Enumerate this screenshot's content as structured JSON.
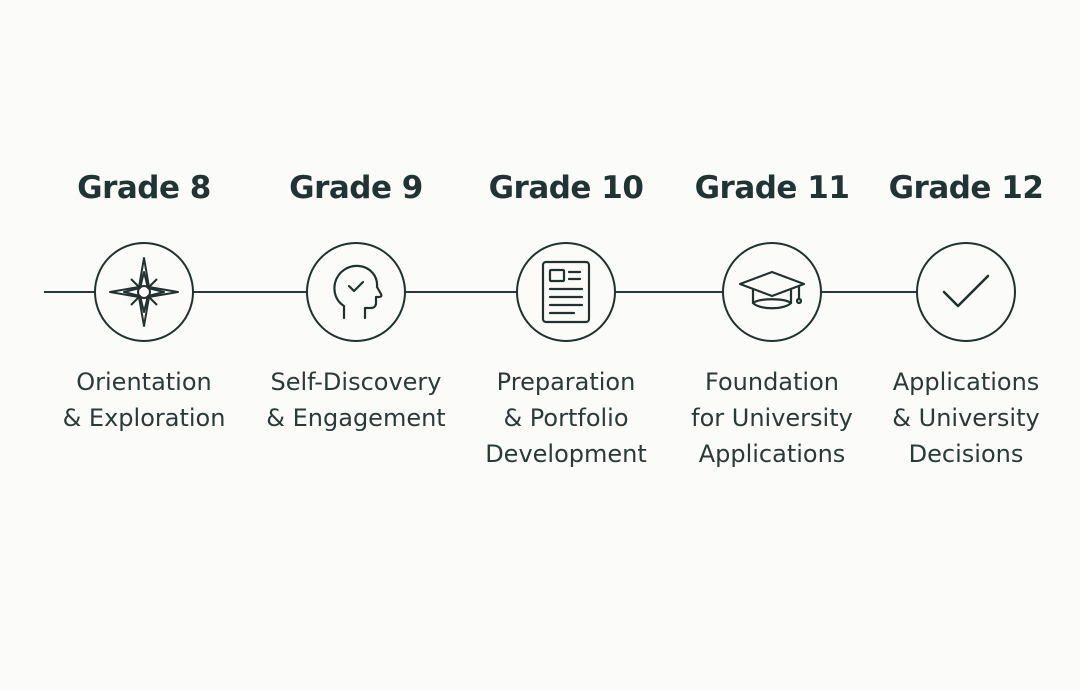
{
  "stages": [
    {
      "title": "Grade 8",
      "icon": "compass-star-icon",
      "description": [
        "Orientation",
        "& Exploration"
      ]
    },
    {
      "title": "Grade 9",
      "icon": "head-check-icon",
      "description": [
        "Self-Discovery",
        "& Engagement"
      ]
    },
    {
      "title": "Grade 10",
      "icon": "document-icon",
      "description": [
        "Preparation",
        "& Portfolio",
        "Development"
      ]
    },
    {
      "title": "Grade 11",
      "icon": "graduation-cap-icon",
      "description": [
        "Foundation",
        "for University",
        "Applications"
      ]
    },
    {
      "title": "Grade 12",
      "icon": "checkmark-icon",
      "description": [
        "Applications",
        "& University",
        "Decisions"
      ]
    }
  ],
  "colors": {
    "background": "#fbfbf9",
    "line": "#2a3837",
    "title": "#1f3433",
    "text": "#2b3a39"
  }
}
